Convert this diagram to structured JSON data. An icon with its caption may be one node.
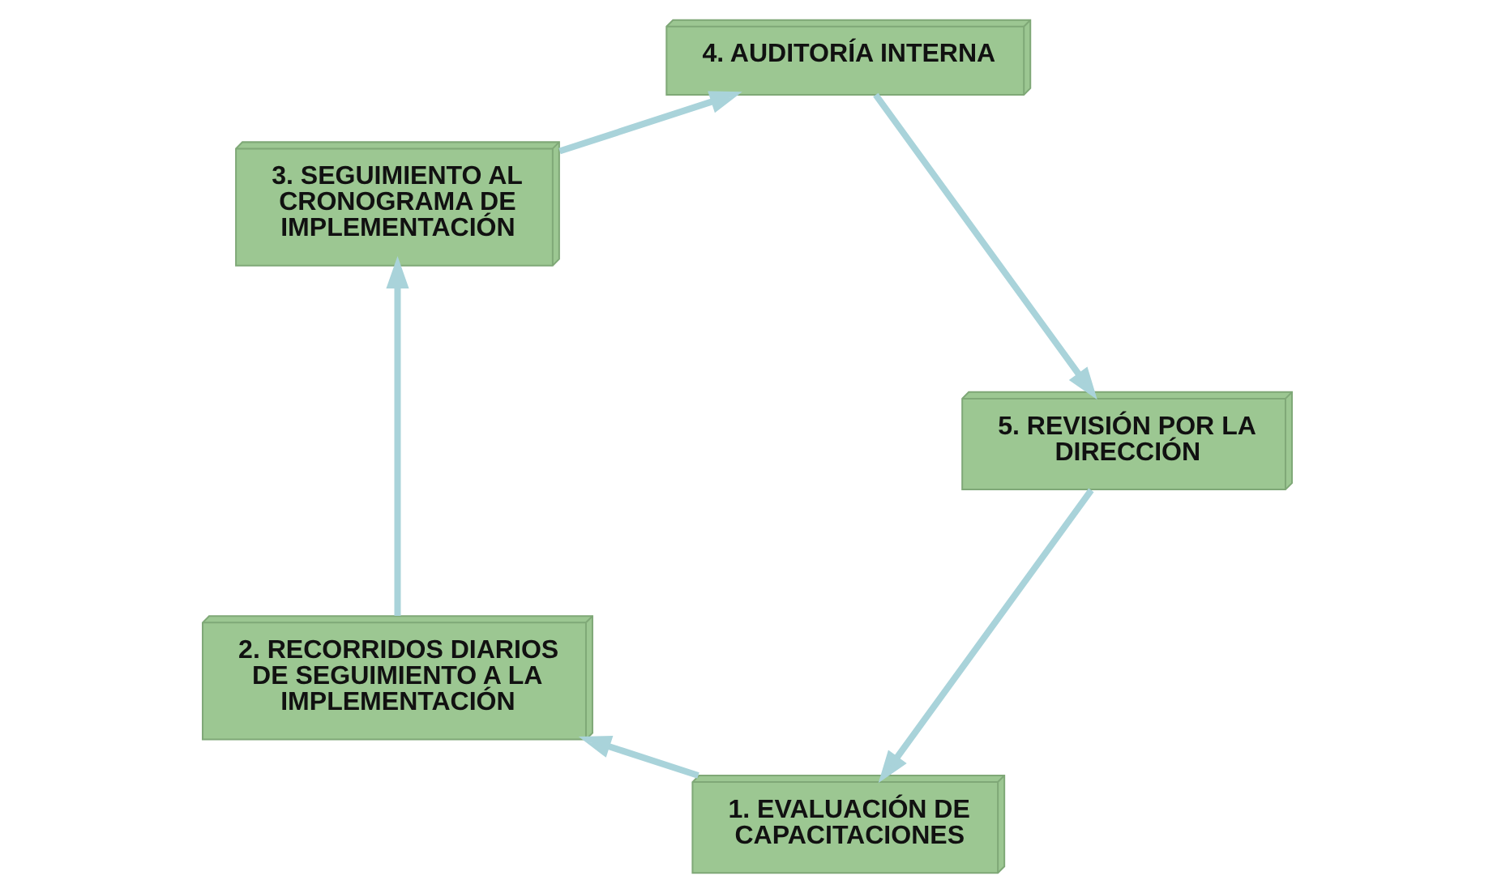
{
  "diagram": {
    "nodes": [
      {
        "text": [
          "1. EVALUACIÓN DE CAPACITACIONES"
        ]
      },
      {
        "text": [
          "2. RECORRIDOS DIARIOS DE SEGUIMIENTO A LA IMPLEMENTACIÓN"
        ]
      },
      {
        "text": [
          "3. SEGUIMIENTO AL CRONOGRAMA DE IMPLEMENTACIÓN"
        ]
      },
      {
        "text": [
          "4. AUDITORÍA INTERNA"
        ]
      },
      {
        "text": [
          "5. REVISIÓN POR LA DIRECCIÓN"
        ]
      }
    ],
    "edges": [
      {
        "from": 0,
        "to": 1,
        "arrow": "to"
      },
      {
        "from": 1,
        "to": 2,
        "arrow": "to"
      },
      {
        "from": 2,
        "to": 3,
        "arrow": "to"
      },
      {
        "from": 3,
        "to": 4,
        "arrow": "to"
      },
      {
        "from": 4,
        "to": 0,
        "arrow": "to"
      }
    ]
  }
}
